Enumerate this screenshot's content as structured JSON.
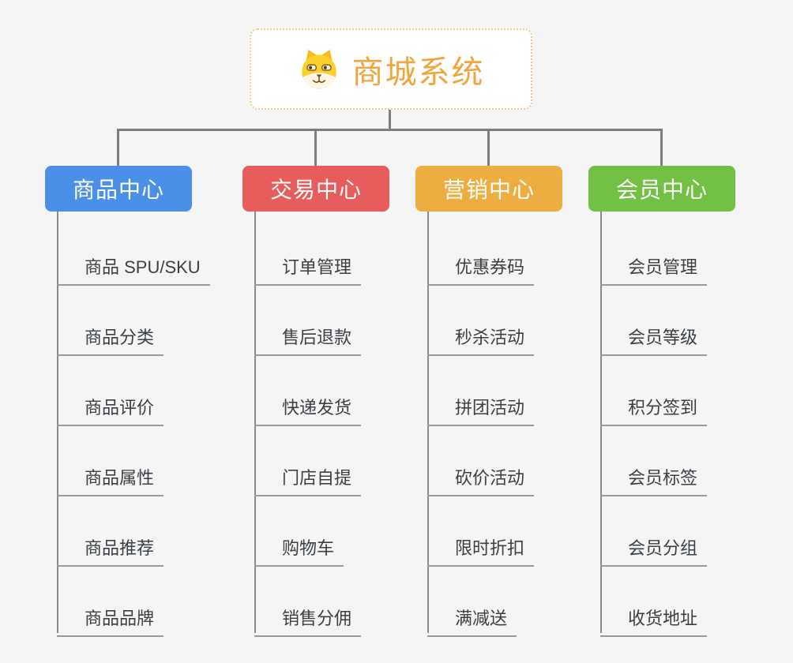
{
  "page": {
    "background": "#f5f5f5"
  },
  "root": {
    "title": "商城系统",
    "icon": "dog-mascot-icon",
    "text_color": "#f0a63c",
    "border_color": "#f2c98c"
  },
  "connector_color": "#7c7c7c",
  "branches": [
    {
      "label": "商品中心",
      "color": "#4a90e8",
      "children": [
        "商品 SPU/SKU",
        "商品分类",
        "商品评价",
        "商品属性",
        "商品推荐",
        "商品品牌"
      ]
    },
    {
      "label": "交易中心",
      "color": "#e85c5c",
      "children": [
        "订单管理",
        "售后退款",
        "快递发货",
        "门店自提",
        "购物车",
        "销售分佣"
      ]
    },
    {
      "label": "营销中心",
      "color": "#edad40",
      "children": [
        "优惠券码",
        "秒杀活动",
        "拼团活动",
        "砍价活动",
        "限时折扣",
        "满减送"
      ]
    },
    {
      "label": "会员中心",
      "color": "#72c044",
      "children": [
        "会员管理",
        "会员等级",
        "积分签到",
        "会员标签",
        "会员分组",
        "收货地址"
      ]
    }
  ]
}
